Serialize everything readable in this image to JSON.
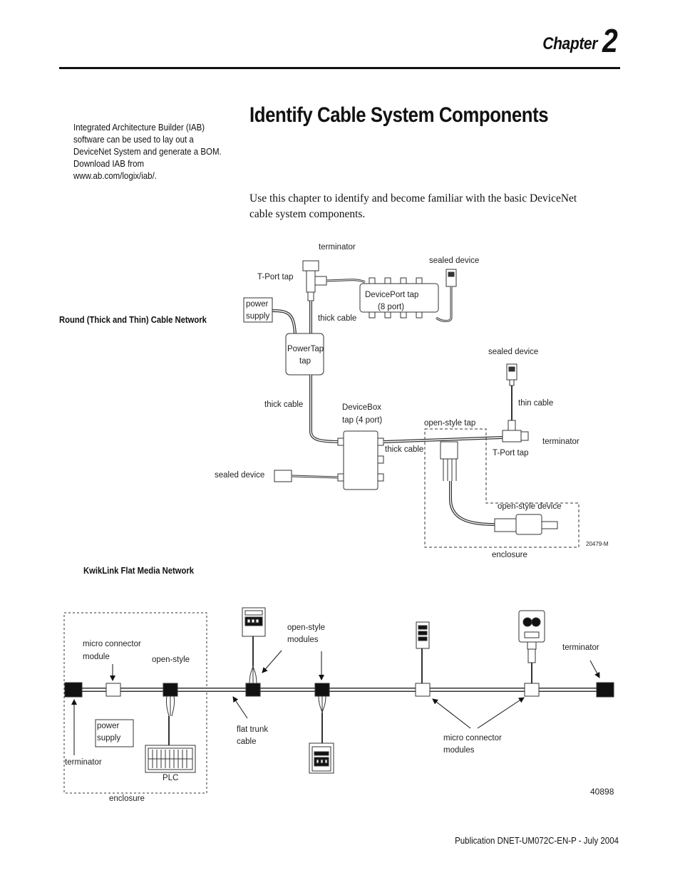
{
  "header": {
    "chapter_label": "Chapter",
    "chapter_number": "2"
  },
  "page_title": "Identify Cable System Components",
  "side_note": {
    "lines": [
      "Integrated Architecture Builder (IAB)",
      "software can be used to lay out a",
      "DeviceNet System and generate a BOM.",
      "Download IAB from",
      "www.ab.com/logix/iab/."
    ]
  },
  "intro": {
    "lines": [
      "Use this chapter to identify and become familiar with the basic DeviceNet",
      "cable system components."
    ]
  },
  "figure_round": {
    "caption": "Round (Thick and Thin) Cable Network",
    "labels": {
      "terminator_top": "terminator",
      "t_port_tap_top": "T-Port tap",
      "sealed_device_top": "sealed device",
      "deviceport_line1": "DevicePort tap",
      "deviceport_line2": "(8 port)",
      "power_supply_line1": "power",
      "power_supply_line2": "supply",
      "thick_cable_top": "thick cable",
      "powertap_line1": "PowerTap",
      "powertap_line2": "tap",
      "sealed_device_right": "sealed device",
      "thin_cable": "thin cable",
      "thick_cable_left": "thick cable",
      "devicebox_line1": "DeviceBox",
      "devicebox_line2": "tap (4 port)",
      "open_style_tap": "open-style tap",
      "terminator_right": "terminator",
      "thick_cable_mid": "thick cable",
      "t_port_tap_right": "T-Port tap",
      "sealed_device_left": "sealed device",
      "open_style_device": "open-style device",
      "enclosure": "enclosure",
      "figure_id": "20479-M"
    }
  },
  "figure_flat": {
    "caption": "KwikLink Flat Media Network",
    "labels": {
      "micro_module_line1": "micro connector",
      "micro_module_line2": "module",
      "open_style": "open-style",
      "open_style_modules_line1": "open-style",
      "open_style_modules_line2": "modules",
      "terminator_right": "terminator",
      "power_supply_line1": "power",
      "power_supply_line2": "supply",
      "flat_trunk_line1": "flat trunk",
      "flat_trunk_line2": "cable",
      "micro_modules_line1": "micro connector",
      "micro_modules_line2": "modules",
      "terminator_left": "terminator",
      "plc": "PLC",
      "enclosure": "enclosure",
      "figure_id": "40898"
    }
  },
  "footer": {
    "publication": "Publication DNET-UM072C-EN-P - July 2004"
  }
}
